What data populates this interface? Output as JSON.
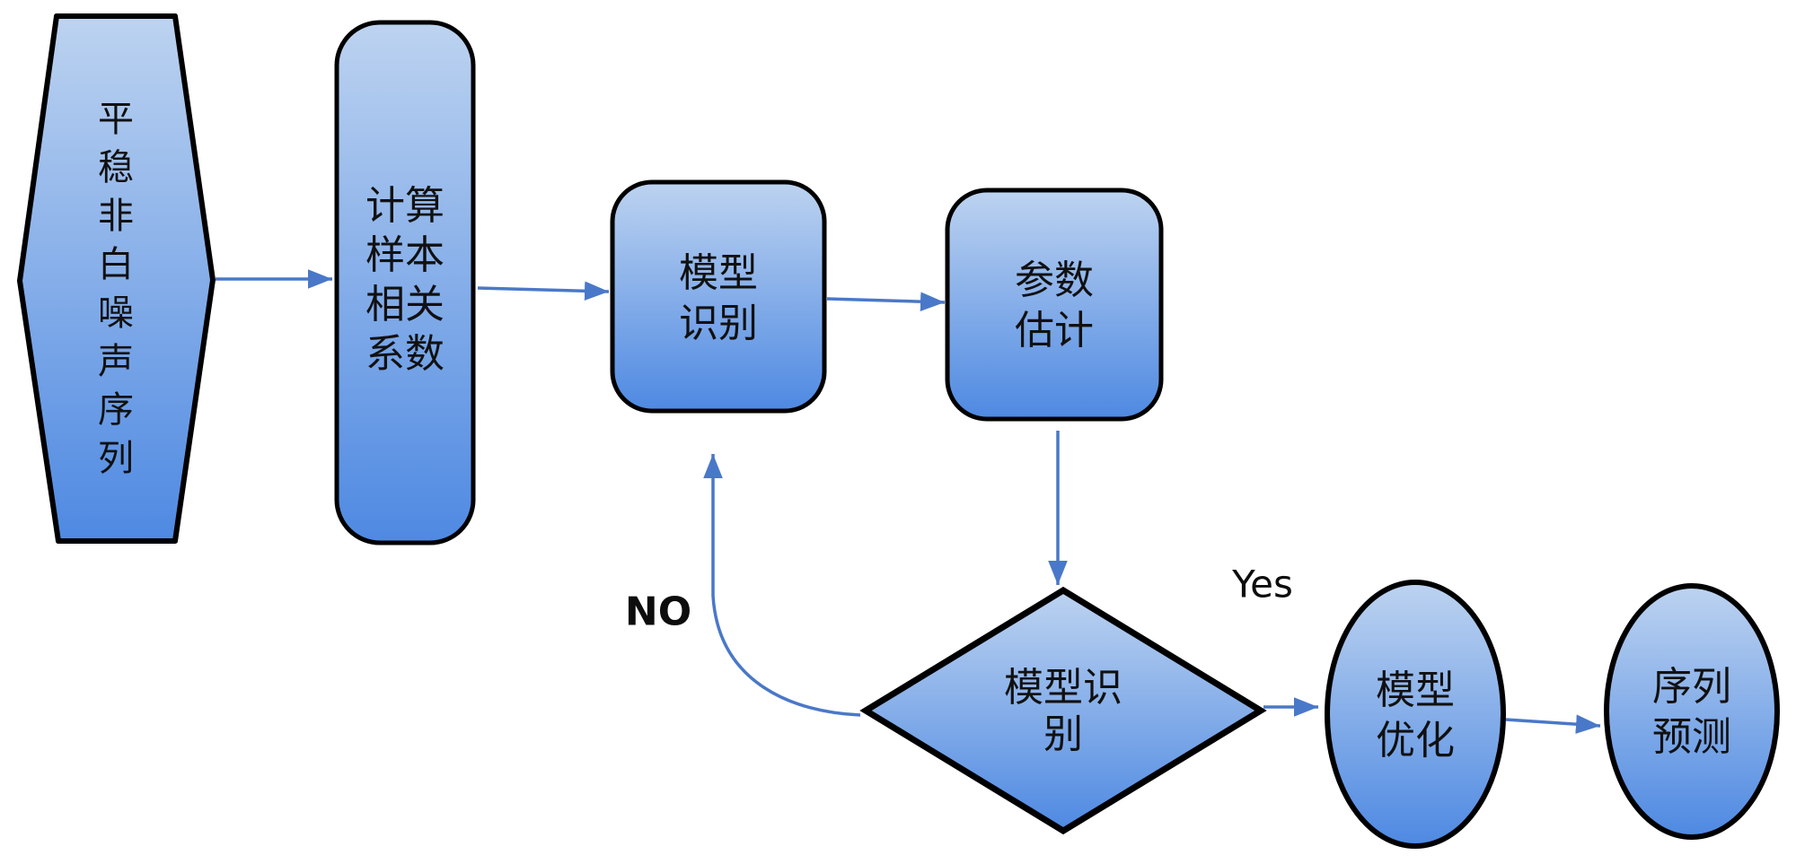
{
  "flowchart": {
    "nodes": [
      {
        "id": "stationary-nonwhite-noise-sequence",
        "shape": "hexagon",
        "label": "平稳非白噪声序列",
        "display": "平\n稳\n非\n白\n噪\n声\n序\n列"
      },
      {
        "id": "compute-sample-correlation",
        "shape": "rounded-rectangle",
        "label": "计算样本相关系数",
        "display": "计算\n样本\n相关\n系数"
      },
      {
        "id": "model-identification",
        "shape": "rounded-square",
        "label": "模型识别",
        "display": "模型\n识别"
      },
      {
        "id": "parameter-estimation",
        "shape": "rounded-square",
        "label": "参数估计",
        "display": "参数\n估计"
      },
      {
        "id": "model-check-decision",
        "shape": "diamond",
        "label": "模型识别",
        "display": "模型识\n别"
      },
      {
        "id": "model-optimization",
        "shape": "ellipse",
        "label": "模型优化",
        "display": "模型\n优化"
      },
      {
        "id": "sequence-forecast",
        "shape": "ellipse",
        "label": "序列预测",
        "display": "序列\n预测"
      }
    ],
    "edges": [
      {
        "from": "stationary-nonwhite-noise-sequence",
        "to": "compute-sample-correlation",
        "label": ""
      },
      {
        "from": "compute-sample-correlation",
        "to": "model-identification",
        "label": ""
      },
      {
        "from": "model-identification",
        "to": "parameter-estimation",
        "label": ""
      },
      {
        "from": "parameter-estimation",
        "to": "model-check-decision",
        "label": ""
      },
      {
        "from": "model-check-decision",
        "to": "model-identification",
        "label": "NO"
      },
      {
        "from": "model-check-decision",
        "to": "model-optimization",
        "label": "Yes"
      },
      {
        "from": "model-optimization",
        "to": "sequence-forecast",
        "label": ""
      }
    ],
    "edge_labels": {
      "no": "NO",
      "yes": "Yes"
    },
    "colors": {
      "fill_top": "#bdd3f0",
      "fill_bottom": "#4e89e2",
      "outline": "#000000",
      "arrow": "#4a78c8",
      "text": "#111111"
    }
  }
}
